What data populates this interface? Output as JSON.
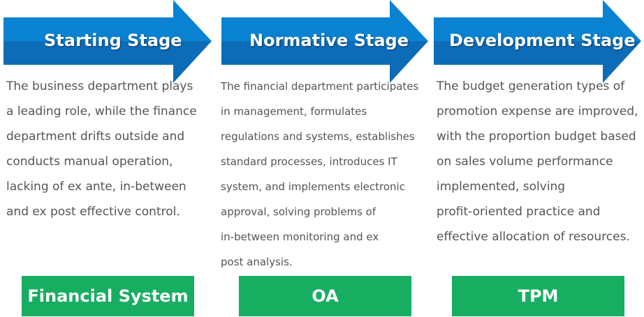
{
  "colors": {
    "arrow_top": "#0a82d2",
    "arrow_bottom": "#0d6cb8",
    "box": "#17ae62",
    "text": "#555555"
  },
  "stages": [
    {
      "title": "Starting Stage",
      "lines": [
        "The business department plays",
        "a leading role, while the finance",
        "department drifts outside and",
        "conducts manual operation,",
        "lacking of ex ante, in-between",
        "and ex post effective control."
      ],
      "system": "Financial System"
    },
    {
      "title": "Normative Stage",
      "lines": [
        "The financial department participates",
        "in management, formulates",
        "regulations and systems, establishes",
        "standard processes, introduces IT",
        "system, and implements electronic",
        "approval, solving problems of",
        "in-between monitoring and ex",
        "post analysis."
      ],
      "system": "OA"
    },
    {
      "title": "Development Stage",
      "lines": [
        "The budget generation types of",
        "promotion expense are improved,",
        "with the proportion budget based",
        "on sales volume performance",
        "implemented, solving",
        "profit-oriented practice and",
        "effective allocation of resources."
      ],
      "system": "TPM"
    }
  ]
}
